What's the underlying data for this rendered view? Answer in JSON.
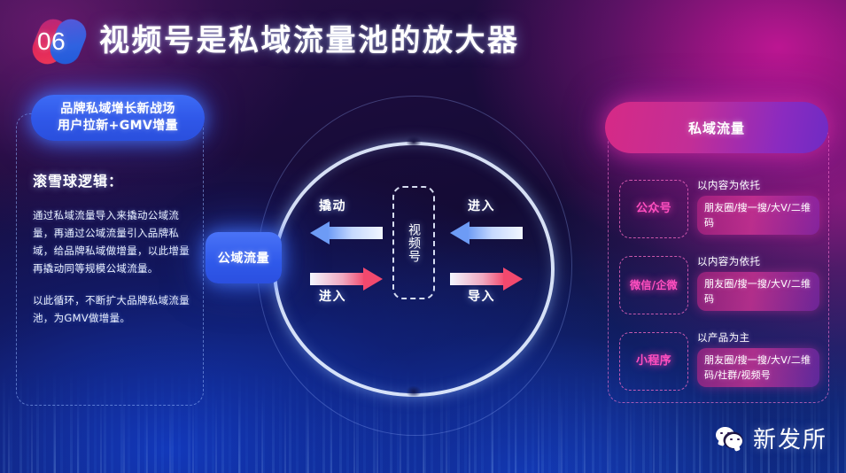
{
  "header": {
    "number": "06",
    "title": "视频号是私域流量池的放大器"
  },
  "left_panel": {
    "pill_line1": "品牌私域增长新战场",
    "pill_line2": "用户拉新+GMV增量",
    "heading": "滚雪球逻辑：",
    "paragraph1": "通过私域流量导入来撬动公域流量，再通过公域流量引入品牌私域，给品牌私域做增量，以此增量再撬动同等规模公域流量。",
    "paragraph2": "以此循环，不断扩大品牌私域流量池，为GMV做增量。"
  },
  "center": {
    "public_pool_label": "公域流量",
    "video_account_label": "视频号",
    "arrow_left_top_label": "撬动",
    "arrow_left_bottom_label": "进入",
    "arrow_right_top_label": "进入",
    "arrow_right_bottom_label": "导入"
  },
  "right_panel": {
    "pill": "私域流量",
    "rows": [
      {
        "badge": "公众号",
        "caption": "以内容为依托",
        "tag": "朋友圈/搜一搜/大V/二维码"
      },
      {
        "badge": "微信/企微",
        "caption": "以内容为依托",
        "tag": "朋友圈/搜一搜/大V/二维码"
      },
      {
        "badge": "小程序",
        "caption": "以产品为主",
        "tag": "朋友圈/搜一搜/大V/二维码/社群/视频号"
      }
    ]
  },
  "logo": {
    "text": "新发所"
  },
  "colors": {
    "accent_blue": "#2f59ea",
    "accent_pink": "#ff4fc0",
    "accent_magenta": "#d62a86",
    "arrow_in": "#6d9bf5",
    "arrow_out": "#f2496e",
    "background_deep": "#140b35"
  }
}
